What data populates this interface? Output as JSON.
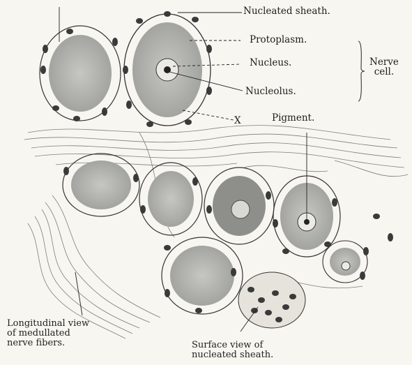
{
  "labels": {
    "nucleated_sheath": "Nucleated sheath.",
    "protoplasm": "Protoplasm.",
    "nucleus": "Nucleus.",
    "nucleolus": "Nucleolus.",
    "nerve_cell_line1": "Nerve",
    "nerve_cell_line2": "cell.",
    "pigment": "Pigment.",
    "x_mark": "X",
    "longitudinal_line1": "Longitudinal  view",
    "longitudinal_line2": "of  medullated",
    "longitudinal_line3": "nerve fibers.",
    "surface_line1": "Surface view of",
    "surface_line2": "nucleated sheath."
  },
  "colors": {
    "ink": "#2a2a2a",
    "cell_body": "#a9aaa6",
    "cell_body_dark": "#8e8f8b",
    "nucleus_dot": "#3c3c3c",
    "background": "#f7f6f0"
  }
}
